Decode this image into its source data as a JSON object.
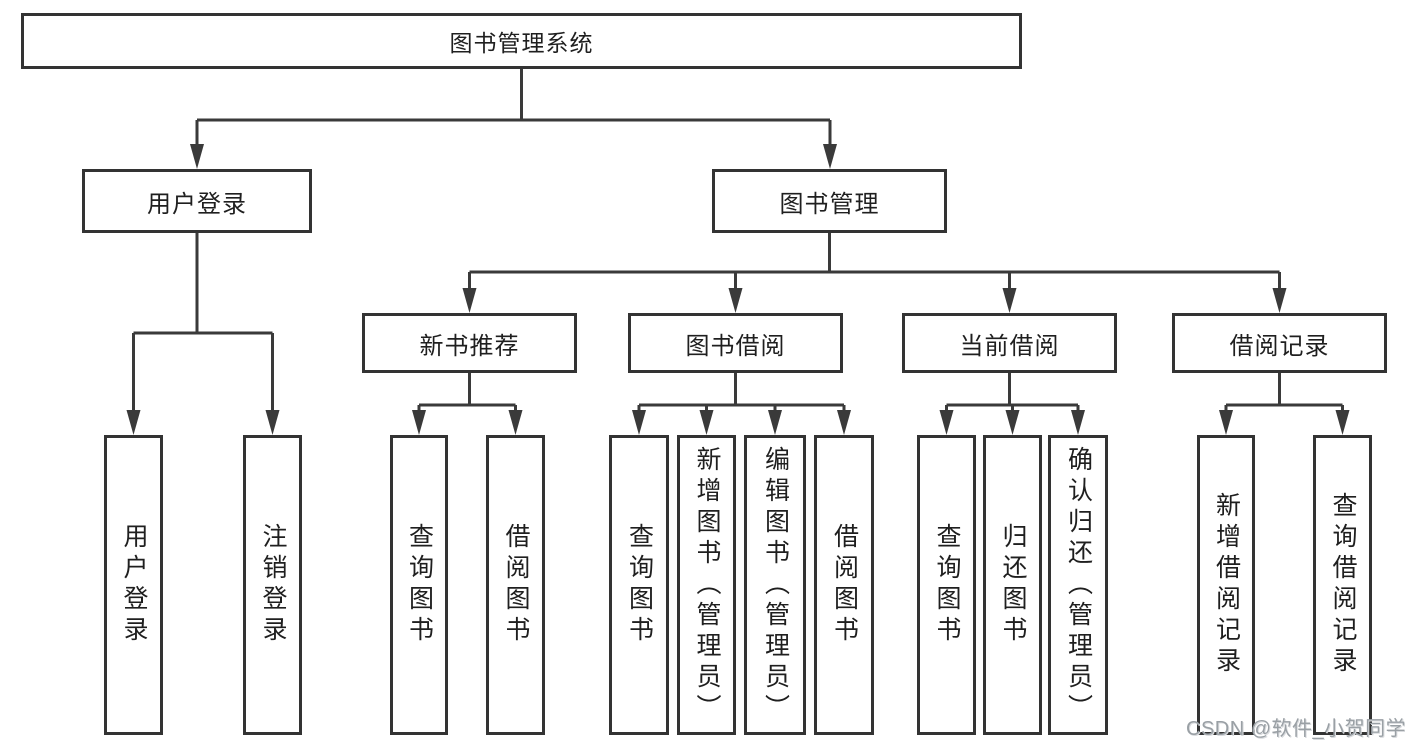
{
  "page": {
    "background": "#ffffff"
  },
  "colors": {
    "line": "#3a3a3a",
    "box_border": "#333333",
    "text": "#1f1f1f",
    "watermark_text": "#9aa0a5"
  },
  "tree": {
    "root": {
      "label": "图书管理系统"
    },
    "branches": [
      {
        "label": "用户登录",
        "children": [
          {
            "label": "用户登录"
          },
          {
            "label": "注销登录"
          }
        ]
      },
      {
        "label": "图书管理",
        "children": [
          {
            "label": "新书推荐",
            "children": [
              {
                "label": "查询图书"
              },
              {
                "label": "借阅图书"
              }
            ]
          },
          {
            "label": "图书借阅",
            "children": [
              {
                "label": "查询图书"
              },
              {
                "label": "新增图书（管理员）"
              },
              {
                "label": "编辑图书（管理员）"
              },
              {
                "label": "借阅图书"
              }
            ]
          },
          {
            "label": "当前借阅",
            "children": [
              {
                "label": "查询图书"
              },
              {
                "label": "归还图书"
              },
              {
                "label": "确认归还（管理员）"
              }
            ]
          },
          {
            "label": "借阅记录",
            "children": [
              {
                "label": "新增借阅记录"
              },
              {
                "label": "查询借阅记录"
              }
            ]
          }
        ]
      }
    ]
  },
  "watermark": {
    "text": "CSDN @软件_小贺同学"
  }
}
